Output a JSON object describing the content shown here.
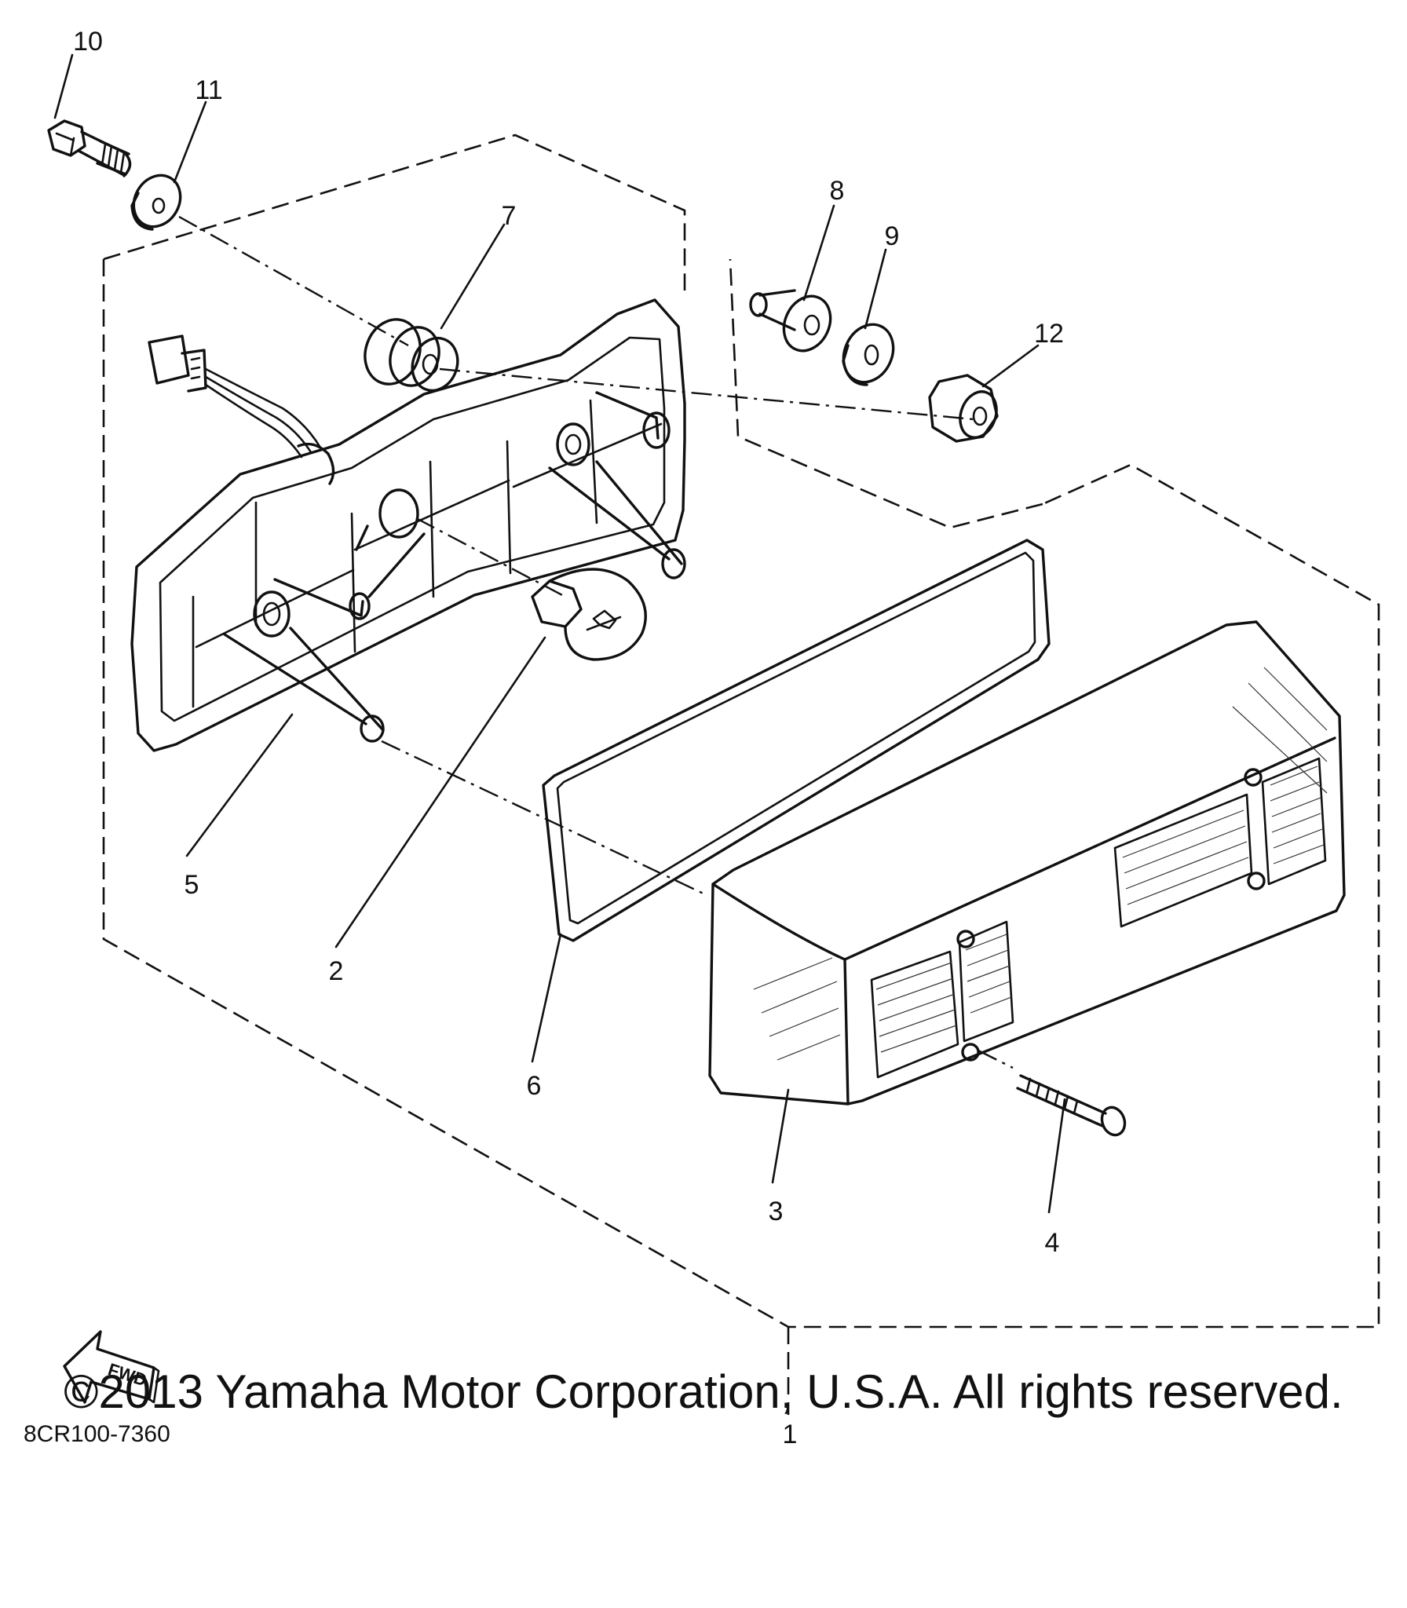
{
  "diagram": {
    "callouts": [
      "1",
      "2",
      "3",
      "4",
      "5",
      "6",
      "7",
      "8",
      "9",
      "10",
      "11",
      "12"
    ],
    "fwd_label": "FWD",
    "drawing_code": "8CR100-7360",
    "copyright": "©2013 Yamaha Motor Corporation, U.S.A. All rights reserved."
  }
}
